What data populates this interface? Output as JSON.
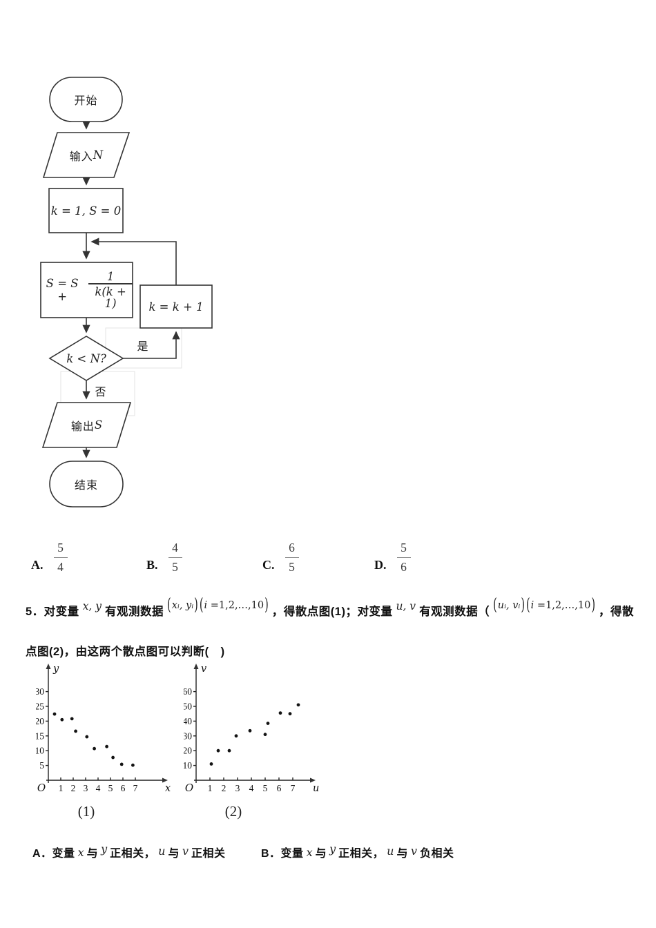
{
  "flowchart": {
    "start": "开始",
    "input_cn": "输入",
    "input_var": "N",
    "init": "k = 1, S = 0",
    "sum_prefix": "S = S +",
    "sum_num": "1",
    "sum_den": "k(k + 1)",
    "increment": "k = k + 1",
    "decision": "k < N?",
    "yes": "是",
    "no": "否",
    "output_cn": "输出",
    "output_var": "S",
    "end": "结束"
  },
  "options_fractions": [
    {
      "label": "A.",
      "num": "5",
      "den": "4"
    },
    {
      "label": "B.",
      "num": "4",
      "den": "5"
    },
    {
      "label": "C.",
      "num": "6",
      "den": "5"
    },
    {
      "label": "D.",
      "num": "5",
      "den": "6"
    }
  ],
  "question5": {
    "prefix": "5．对变量",
    "m1": "x, y",
    "t2": "有观测数据",
    "m2_open": "(",
    "m2_body": "xᵢ, yᵢ",
    "m2_close": ")",
    "m2b_open": "(",
    "m2b_i": "i =",
    "m2b_nums": "1,2,…,10",
    "m2b_close": ")",
    "t3": "，得散点图(1)；对变量",
    "m3": "u, v",
    "t4": "有观测数据（",
    "m4_open": "(",
    "m4_body": "uᵢ, vᵢ",
    "m4_close": ")",
    "m4b_open": "(",
    "m4b_i": "i =",
    "m4b_nums": "1,2,…,10",
    "m4b_close": ")",
    "t5": "，得散",
    "line2": "点图(2)，由这两个散点图可以判断(　)"
  },
  "captions": {
    "plot1": "(1)",
    "plot2": "(2)"
  },
  "options_bottom": {
    "a": {
      "p1": "A．变量",
      "x": "x",
      "and1": "与",
      "y": "y",
      "mid": "正相关，",
      "u": "u",
      "and2": "与",
      "v": "v",
      "tail": "正相关"
    },
    "b": {
      "p1": "B．变量",
      "x": "x",
      "and1": "与",
      "y": "y",
      "mid": "正相关，",
      "u": "u",
      "and2": "与",
      "v": "v",
      "tail": "负相关"
    }
  },
  "chart_data": [
    {
      "type": "scatter",
      "title": "(1)",
      "xlabel": "x",
      "ylabel": "y",
      "origin_label": "O",
      "xlim": [
        0,
        8
      ],
      "ylim": [
        0,
        33
      ],
      "xticks": [
        1,
        2,
        3,
        4,
        5,
        6,
        7
      ],
      "yticks": [
        5,
        10,
        15,
        20,
        25,
        30
      ],
      "grid": false,
      "legend": "none",
      "trend": "negative correlation (decreasing)",
      "points": [
        [
          0.5,
          22.4
        ],
        [
          1.1,
          20.5
        ],
        [
          1.9,
          20.8
        ],
        [
          2.2,
          16.6
        ],
        [
          3.1,
          14.7
        ],
        [
          3.7,
          10.7
        ],
        [
          4.7,
          11.4
        ],
        [
          5.2,
          7.7
        ],
        [
          5.9,
          5.4
        ],
        [
          6.8,
          5.1
        ]
      ]
    },
    {
      "type": "scatter",
      "title": "(2)",
      "xlabel": "u",
      "ylabel": "v",
      "origin_label": "O",
      "xlim": [
        0,
        8.5
      ],
      "ylim": [
        0,
        65
      ],
      "xticks": [
        1,
        2,
        3,
        4,
        5,
        6,
        7
      ],
      "yticks": [
        10,
        20,
        30,
        40,
        50,
        60
      ],
      "grid": false,
      "legend": "none",
      "trend": "positive correlation (increasing)",
      "points": [
        [
          1.1,
          11
        ],
        [
          1.6,
          20
        ],
        [
          2.4,
          20
        ],
        [
          2.9,
          30
        ],
        [
          3.9,
          33.5
        ],
        [
          5.0,
          31
        ],
        [
          5.2,
          38.5
        ],
        [
          6.1,
          45.5
        ],
        [
          6.8,
          45
        ],
        [
          7.4,
          51
        ]
      ]
    }
  ]
}
